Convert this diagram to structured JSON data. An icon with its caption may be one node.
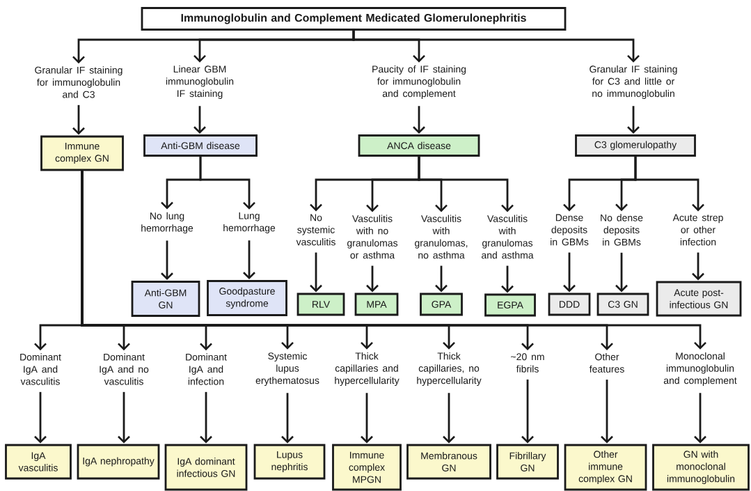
{
  "diagram": {
    "nodes": [
      {
        "text": [
          "Immunoglobulin and Complement Medicated Glomerulonephritis"
        ]
      },
      {
        "text": [
          "Granular IF staining for immunoglobulin and C3"
        ]
      },
      {
        "text": [
          "Linear GBM immunoglobulin IF staining"
        ]
      },
      {
        "text": [
          "Paucity of IF staining for immunoglobulin and complement"
        ]
      },
      {
        "text": [
          "Granular IF staining for C3 and little or no immunoglobulin"
        ]
      },
      {
        "text": [
          "Immune complex GN"
        ]
      },
      {
        "text": [
          "Anti-GBM disease"
        ]
      },
      {
        "text": [
          "ANCA disease"
        ]
      },
      {
        "text": [
          "C3 glomerulopathy"
        ]
      },
      {
        "text": [
          "No lung hemorrhage"
        ]
      },
      {
        "text": [
          "Lung hemorrhage"
        ]
      },
      {
        "text": [
          "No systemic vasculitis"
        ]
      },
      {
        "text": [
          "Vasculitis with no granulomas or asthma"
        ]
      },
      {
        "text": [
          "Vasculitis with granulomas, no asthma"
        ]
      },
      {
        "text": [
          "Vasculitis with granulomas and asthma"
        ]
      },
      {
        "text": [
          "Dense deposits in GBMs"
        ]
      },
      {
        "text": [
          "No dense deposits in GBMs"
        ]
      },
      {
        "text": [
          "Acute strep or other infection"
        ]
      },
      {
        "text": [
          "Anti-GBM GN"
        ]
      },
      {
        "text": [
          "Goodpasture syndrome"
        ]
      },
      {
        "text": [
          "RLV"
        ]
      },
      {
        "text": [
          "MPA"
        ]
      },
      {
        "text": [
          "GPA"
        ]
      },
      {
        "text": [
          "EGPA"
        ]
      },
      {
        "text": [
          "DDD"
        ]
      },
      {
        "text": [
          "C3 GN"
        ]
      },
      {
        "text": [
          "Acute post-infectious GN"
        ]
      },
      {
        "text": [
          "Dominant IgA and vasculitis"
        ]
      },
      {
        "text": [
          "Dominant IgA and no vasculitis"
        ]
      },
      {
        "text": [
          "Dominant IgA and infection"
        ]
      },
      {
        "text": [
          "Systemic lupus erythematosus"
        ]
      },
      {
        "text": [
          "Thick capillaries and hypercellularity"
        ]
      },
      {
        "text": [
          "Thick capillaries, no hypercellularity"
        ]
      },
      {
        "text": [
          "~20 nm fibrils"
        ]
      },
      {
        "text": [
          "Other features"
        ]
      },
      {
        "text": [
          "Monoclonal immunoglobulin and complement"
        ]
      },
      {
        "text": [
          "IgA vasculitis"
        ]
      },
      {
        "text": [
          "IgA nephropathy"
        ]
      },
      {
        "text": [
          "IgA dominant infectious GN"
        ]
      },
      {
        "text": [
          "Lupus nephritis"
        ]
      },
      {
        "text": [
          "Immune complex MPGN"
        ]
      },
      {
        "text": [
          "Membranous GN"
        ]
      },
      {
        "text": [
          "Fibrillary GN"
        ]
      },
      {
        "text": [
          "Other immune complex GN"
        ]
      },
      {
        "text": [
          "GN with monoclonal immunoglobulin"
        ]
      }
    ],
    "edges": [
      {
        "from": 0,
        "to": 1,
        "arrow": "to"
      },
      {
        "from": 0,
        "to": 2,
        "arrow": "to"
      },
      {
        "from": 0,
        "to": 3,
        "arrow": "to"
      },
      {
        "from": 0,
        "to": 4,
        "arrow": "to"
      },
      {
        "from": 1,
        "to": 5,
        "arrow": "to"
      },
      {
        "from": 2,
        "to": 6,
        "arrow": "to"
      },
      {
        "from": 3,
        "to": 7,
        "arrow": "to"
      },
      {
        "from": 4,
        "to": 8,
        "arrow": "to"
      },
      {
        "from": 6,
        "to": 9,
        "arrow": "to"
      },
      {
        "from": 6,
        "to": 10,
        "arrow": "to"
      },
      {
        "from": 7,
        "to": 11,
        "arrow": "to"
      },
      {
        "from": 7,
        "to": 12,
        "arrow": "to"
      },
      {
        "from": 7,
        "to": 13,
        "arrow": "to"
      },
      {
        "from": 7,
        "to": 14,
        "arrow": "to"
      },
      {
        "from": 8,
        "to": 15,
        "arrow": "to"
      },
      {
        "from": 8,
        "to": 16,
        "arrow": "to"
      },
      {
        "from": 8,
        "to": 17,
        "arrow": "to"
      },
      {
        "from": 9,
        "to": 18,
        "arrow": "to"
      },
      {
        "from": 10,
        "to": 19,
        "arrow": "to"
      },
      {
        "from": 11,
        "to": 20,
        "arrow": "to"
      },
      {
        "from": 12,
        "to": 21,
        "arrow": "to"
      },
      {
        "from": 13,
        "to": 22,
        "arrow": "to"
      },
      {
        "from": 14,
        "to": 23,
        "arrow": "to"
      },
      {
        "from": 15,
        "to": 24,
        "arrow": "to"
      },
      {
        "from": 16,
        "to": 25,
        "arrow": "to"
      },
      {
        "from": 17,
        "to": 26,
        "arrow": "to"
      },
      {
        "from": 5,
        "to": 27,
        "arrow": "to"
      },
      {
        "from": 5,
        "to": 28,
        "arrow": "to"
      },
      {
        "from": 5,
        "to": 29,
        "arrow": "to"
      },
      {
        "from": 5,
        "to": 30,
        "arrow": "to"
      },
      {
        "from": 5,
        "to": 31,
        "arrow": "to"
      },
      {
        "from": 5,
        "to": 32,
        "arrow": "to"
      },
      {
        "from": 5,
        "to": 33,
        "arrow": "to"
      },
      {
        "from": 5,
        "to": 34,
        "arrow": "to"
      },
      {
        "from": 5,
        "to": 35,
        "arrow": "to"
      },
      {
        "from": 27,
        "to": 36,
        "arrow": "to"
      },
      {
        "from": 28,
        "to": 37,
        "arrow": "to"
      },
      {
        "from": 29,
        "to": 38,
        "arrow": "to"
      },
      {
        "from": 30,
        "to": 39,
        "arrow": "to"
      },
      {
        "from": 31,
        "to": 40,
        "arrow": "to"
      },
      {
        "from": 32,
        "to": 41,
        "arrow": "to"
      },
      {
        "from": 33,
        "to": 42,
        "arrow": "to"
      },
      {
        "from": 34,
        "to": 43,
        "arrow": "to"
      },
      {
        "from": 35,
        "to": 44,
        "arrow": "to"
      }
    ]
  }
}
